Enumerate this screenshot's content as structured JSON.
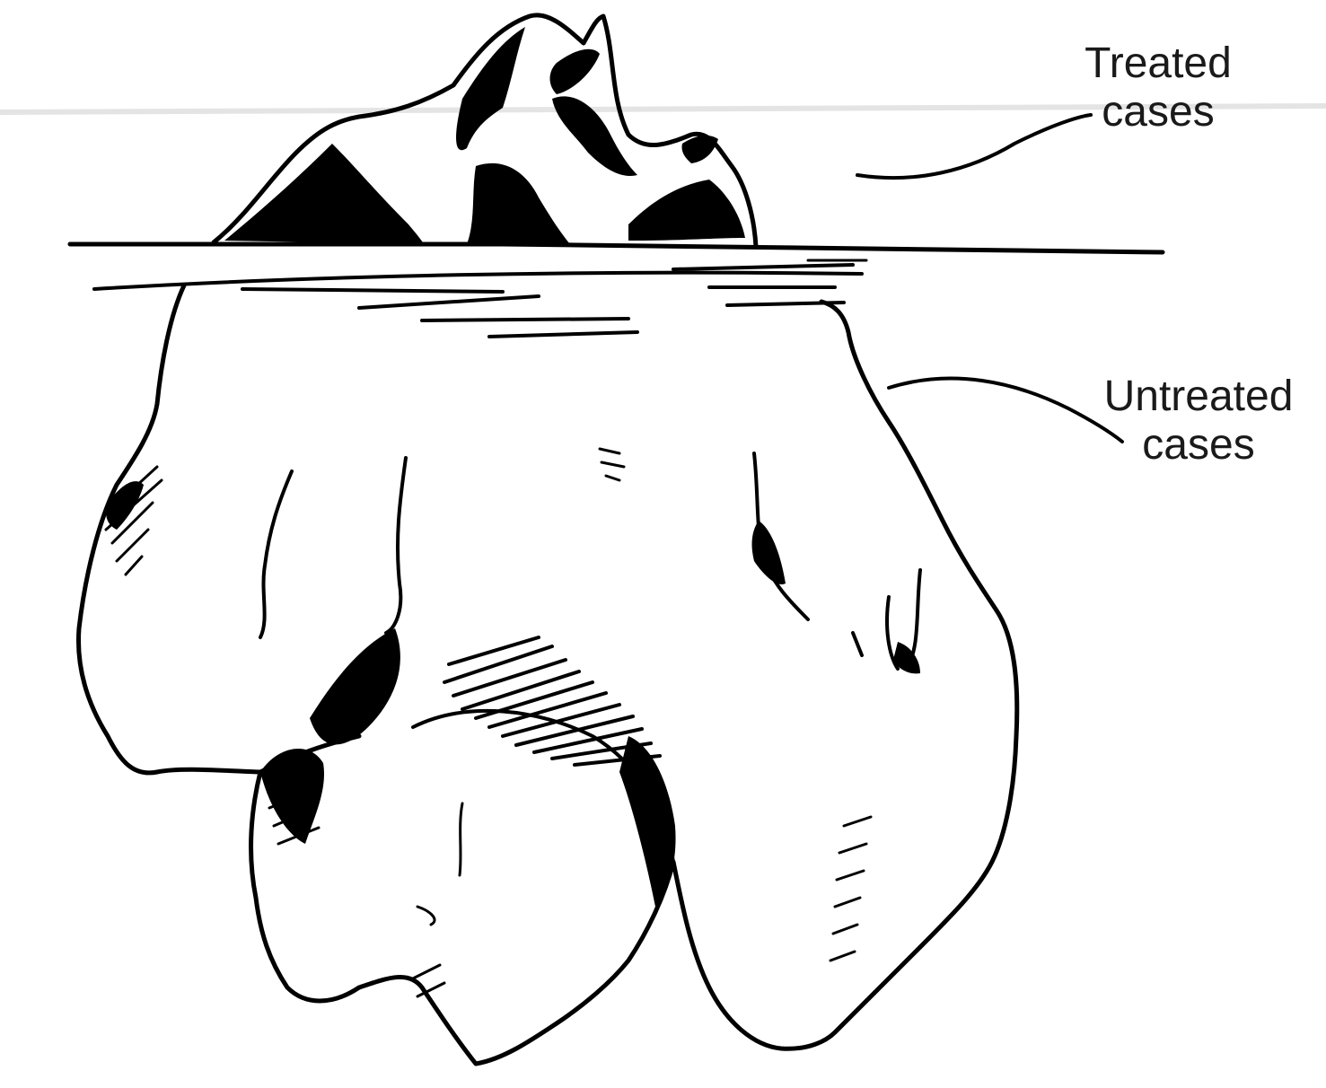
{
  "labels": {
    "treated_line1": "Treated",
    "treated_line2": "cases",
    "untreated_line1": "Untreated",
    "untreated_line2": "cases"
  },
  "colors": {
    "ink": "#000000",
    "paper": "#ffffff",
    "label_text": "#1a1a1a"
  }
}
